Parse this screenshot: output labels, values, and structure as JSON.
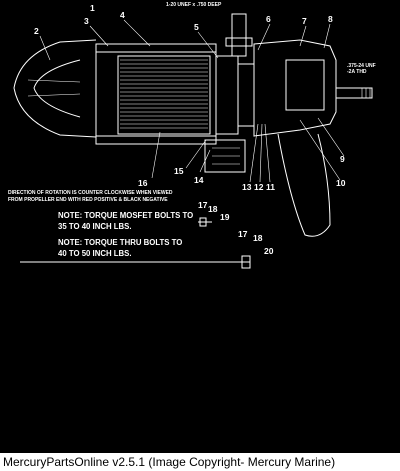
{
  "diagram": {
    "top_label": "1-20 UNEF x .750 DEEP",
    "thread_label_line1": ".375-24 UNF",
    "thread_label_line2": "-2A THD",
    "rotation_note_line1": "DIRECTION OF ROTATION IS COUNTER CLOCKWISE WHEN VIEWED",
    "rotation_note_line2": "FROM PROPELLER END WITH RED POSITIVE & BLACK NEGATIVE",
    "torque_note_1_line1": "NOTE: TORQUE MOSFET BOLTS TO",
    "torque_note_1_line2": "35 TO 40 INCH LBS.",
    "torque_note_2_line1": "NOTE: TORQUE THRU BOLTS TO",
    "torque_note_2_line2": "40 TO 50 INCH LBS.",
    "callouts": [
      "1",
      "2",
      "3",
      "4",
      "5",
      "6",
      "7",
      "8",
      "9",
      "10",
      "11",
      "12",
      "13",
      "14",
      "15",
      "16",
      "17",
      "18",
      "19",
      "17",
      "18",
      "20"
    ],
    "line_color": "#ffffff",
    "background_color": "#000000"
  },
  "footer": {
    "text": "MercuryPartsOnline v2.5.1 (Image Copyright- Mercury Marine)",
    "background_color": "#ffffff",
    "text_color": "#000000"
  }
}
